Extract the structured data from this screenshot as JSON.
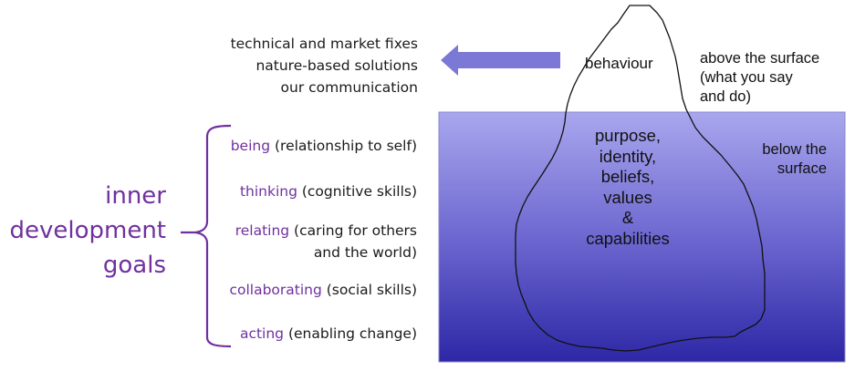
{
  "outer_actions": {
    "lines": [
      "technical and market fixes",
      "nature-based solutions",
      "our communication"
    ]
  },
  "inner_development_goals": {
    "title_lines": [
      "inner",
      "development",
      "goals"
    ],
    "items": [
      {
        "keyword": "being",
        "description": " (relationship to self)",
        "continuation": ""
      },
      {
        "keyword": "thinking",
        "description": " (cognitive skills)",
        "continuation": ""
      },
      {
        "keyword": "relating",
        "description": " (caring for others",
        "continuation": "and the world)"
      },
      {
        "keyword": "collaborating",
        "description": " (social skills)",
        "continuation": ""
      },
      {
        "keyword": "acting",
        "description": " (enabling change)",
        "continuation": ""
      }
    ]
  },
  "iceberg": {
    "tip_label": "behaviour",
    "above_label_lines": [
      "above the surface",
      "(what you say",
      "and do)"
    ],
    "below_label_lines": [
      "below the",
      "surface"
    ],
    "core_lines": [
      "purpose,",
      "identity,",
      "beliefs,",
      "values",
      "&",
      "capabilities"
    ]
  },
  "colors": {
    "accent_purple": "#7030a0",
    "arrow": "#7b78d6",
    "water_top": "#a8a6ec",
    "water_bottom": "#2e28a8"
  }
}
